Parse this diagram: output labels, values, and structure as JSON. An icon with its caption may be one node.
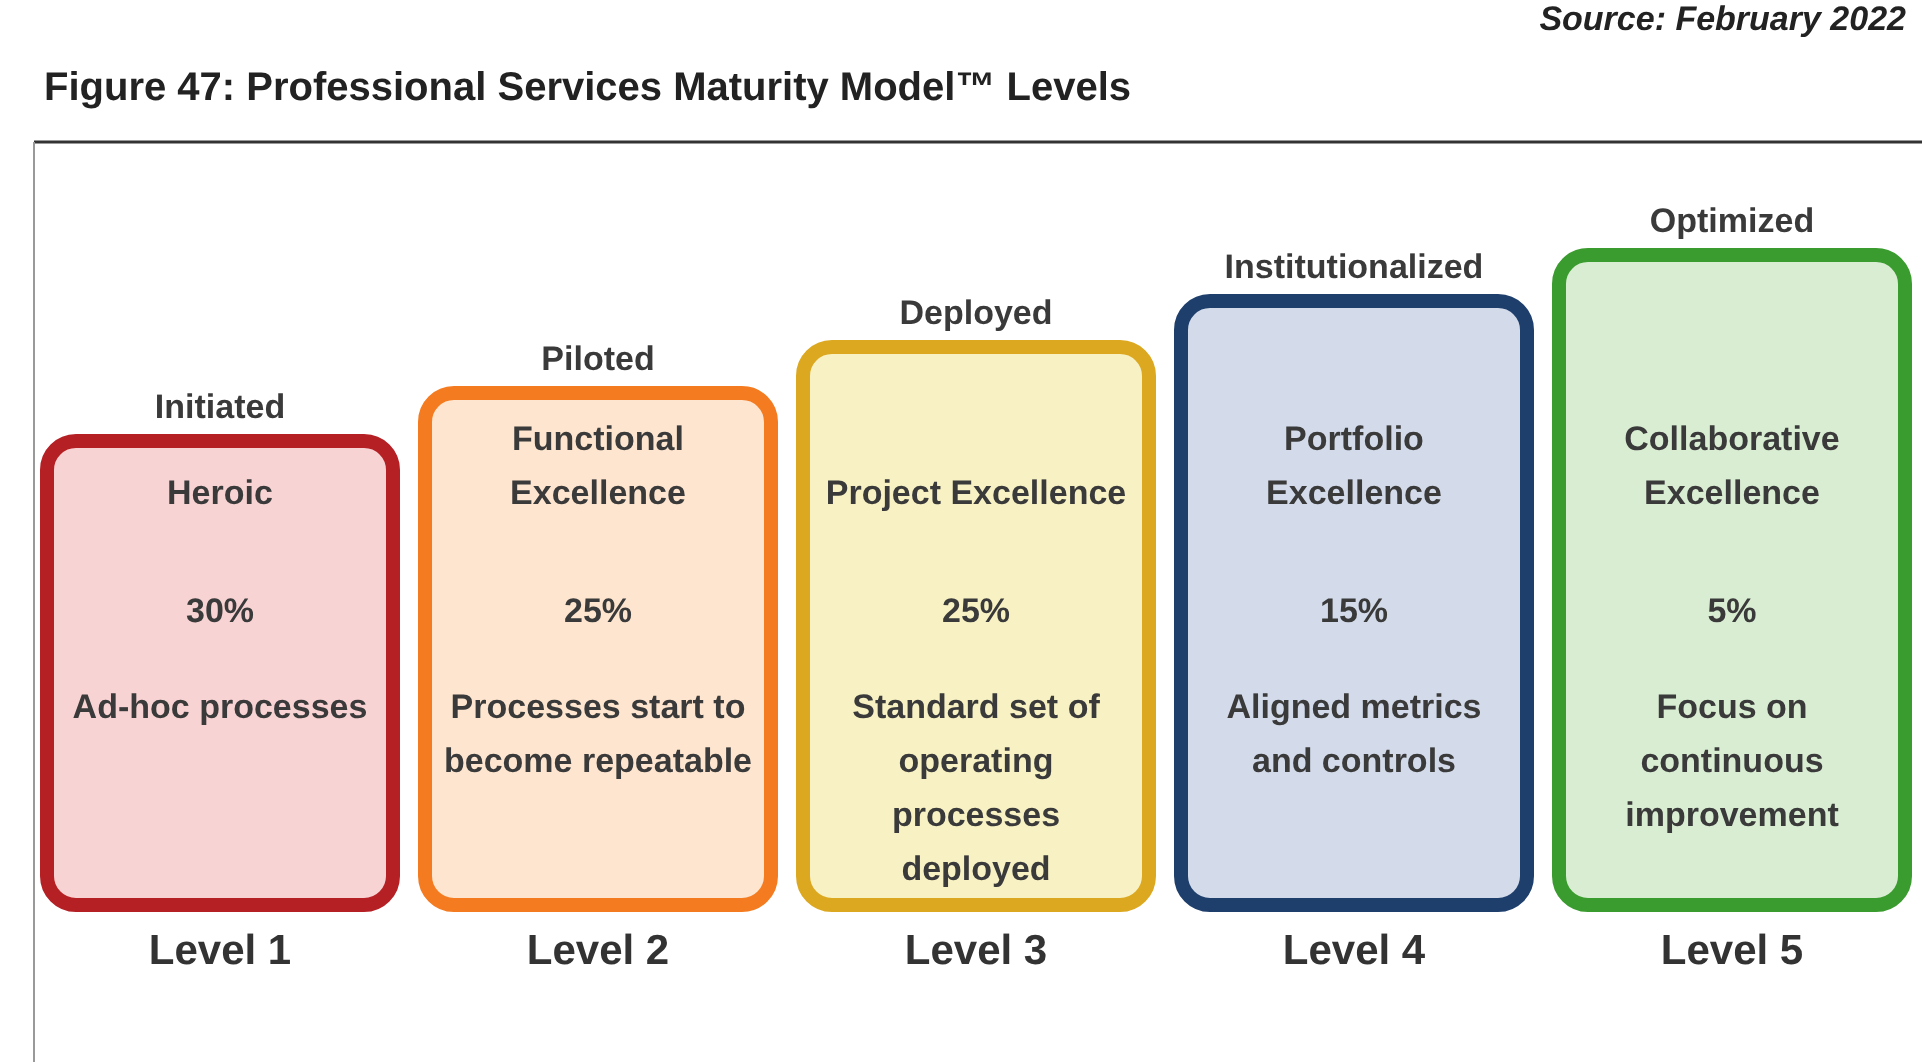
{
  "diagram": {
    "title": "Figure 47:  Professional Services Maturity Model™ Levels",
    "nodes": [
      {
        "text": [
          "Initiated",
          "Heroic",
          "30%",
          "Ad-hoc processes"
        ],
        "beside": [
          "Level 1"
        ]
      },
      {
        "text": [
          "Piloted",
          "Functional Excellence",
          "25%",
          "Processes start to become repeatable"
        ],
        "beside": [
          "Level 2"
        ]
      },
      {
        "text": [
          "Deployed",
          "Project Excellence",
          "25%",
          "Standard set of operating processes deployed"
        ],
        "beside": [
          "Level 3"
        ]
      },
      {
        "text": [
          "Institutionalized",
          "Portfolio Excellence",
          "15%",
          "Aligned metrics and controls"
        ],
        "beside": [
          "Level 4"
        ]
      },
      {
        "text": [
          "Optimized",
          "Collaborative Excellence",
          "5%",
          "Focus on continuous improvement"
        ],
        "beside": [
          "Level 5"
        ]
      }
    ],
    "labels": [
      "Source: February 2022"
    ]
  }
}
